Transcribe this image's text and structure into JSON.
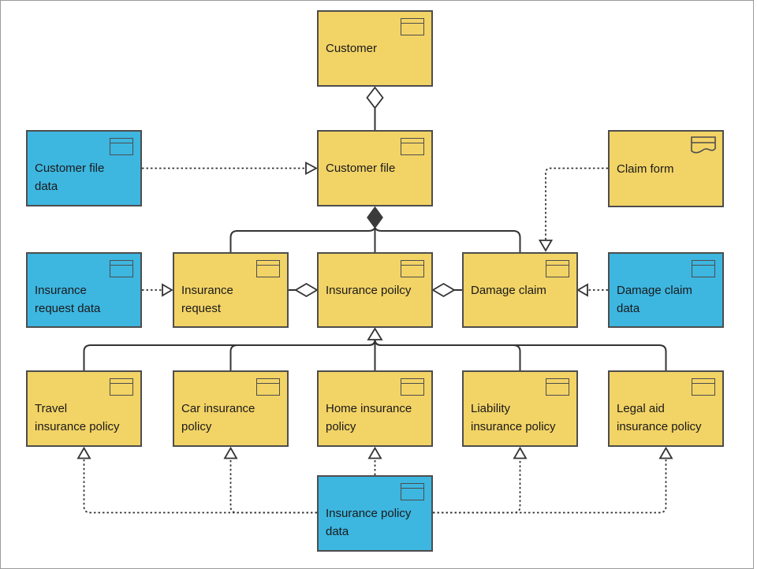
{
  "colors": {
    "yellow": "#F2D366",
    "blue": "#3DB6E0",
    "border": "#4D4D4D",
    "line": "#333333",
    "text": "#1A1A1A",
    "frame": "#9B9B9B"
  },
  "nodes": [
    {
      "id": "customer",
      "type": "business-object",
      "color": "yellow",
      "lines": [
        "Customer"
      ]
    },
    {
      "id": "customer-file-data",
      "type": "data-object",
      "color": "blue",
      "lines": [
        "Customer file",
        "data"
      ]
    },
    {
      "id": "customer-file",
      "type": "business-object",
      "color": "yellow",
      "lines": [
        "Customer file"
      ]
    },
    {
      "id": "claim-form",
      "type": "representation",
      "color": "yellow",
      "lines": [
        "Claim form"
      ]
    },
    {
      "id": "insurance-request-data",
      "type": "data-object",
      "color": "blue",
      "lines": [
        "Insurance",
        "request data"
      ]
    },
    {
      "id": "insurance-request",
      "type": "business-object",
      "color": "yellow",
      "lines": [
        "Insurance",
        "request"
      ]
    },
    {
      "id": "insurance-poilcy",
      "type": "business-object",
      "color": "yellow",
      "lines": [
        "Insurance poilcy"
      ]
    },
    {
      "id": "damage-claim",
      "type": "business-object",
      "color": "yellow",
      "lines": [
        "Damage claim"
      ]
    },
    {
      "id": "damage-claim-data",
      "type": "data-object",
      "color": "blue",
      "lines": [
        "Damage claim",
        "data"
      ]
    },
    {
      "id": "travel-insurance-policy",
      "type": "business-object",
      "color": "yellow",
      "lines": [
        "Travel",
        "insurance policy"
      ]
    },
    {
      "id": "car-insurance-policy",
      "type": "business-object",
      "color": "yellow",
      "lines": [
        "Car insurance",
        "policy"
      ]
    },
    {
      "id": "home-insurance-policy",
      "type": "business-object",
      "color": "yellow",
      "lines": [
        "Home insurance",
        "policy"
      ]
    },
    {
      "id": "liability-insurance-policy",
      "type": "business-object",
      "color": "yellow",
      "lines": [
        "Liability",
        "insurance policy"
      ]
    },
    {
      "id": "legal-aid-insurance-policy",
      "type": "business-object",
      "color": "yellow",
      "lines": [
        "Legal aid",
        "insurance policy"
      ]
    },
    {
      "id": "insurance-policy-data",
      "type": "data-object",
      "color": "blue",
      "lines": [
        "Insurance policy",
        "data"
      ]
    }
  ],
  "relationships": [
    {
      "type": "aggregation",
      "from": "Customer",
      "to": "Customer file"
    },
    {
      "type": "realization",
      "from": "Customer file data",
      "to": "Customer file"
    },
    {
      "type": "realization",
      "from": "Claim form",
      "to": "Damage claim"
    },
    {
      "type": "composition",
      "from": "Customer file",
      "to": "Insurance request"
    },
    {
      "type": "composition",
      "from": "Customer file",
      "to": "Insurance poilcy"
    },
    {
      "type": "composition",
      "from": "Customer file",
      "to": "Damage claim"
    },
    {
      "type": "aggregation",
      "from": "Insurance poilcy",
      "to": "Insurance request"
    },
    {
      "type": "aggregation",
      "from": "Insurance poilcy",
      "to": "Damage claim"
    },
    {
      "type": "realization",
      "from": "Insurance request data",
      "to": "Insurance request"
    },
    {
      "type": "realization",
      "from": "Damage claim data",
      "to": "Damage claim"
    },
    {
      "type": "specialization",
      "from": "Travel insurance policy",
      "to": "Insurance poilcy"
    },
    {
      "type": "specialization",
      "from": "Car insurance policy",
      "to": "Insurance poilcy"
    },
    {
      "type": "specialization",
      "from": "Home insurance policy",
      "to": "Insurance poilcy"
    },
    {
      "type": "specialization",
      "from": "Liability insurance policy",
      "to": "Insurance poilcy"
    },
    {
      "type": "specialization",
      "from": "Legal aid insurance policy",
      "to": "Insurance poilcy"
    },
    {
      "type": "realization",
      "from": "Insurance policy data",
      "to": "Travel insurance policy"
    },
    {
      "type": "realization",
      "from": "Insurance policy data",
      "to": "Car insurance policy"
    },
    {
      "type": "realization",
      "from": "Insurance policy data",
      "to": "Home insurance policy"
    },
    {
      "type": "realization",
      "from": "Insurance policy data",
      "to": "Liability insurance policy"
    },
    {
      "type": "realization",
      "from": "Insurance policy data",
      "to": "Legal aid insurance policy"
    }
  ]
}
